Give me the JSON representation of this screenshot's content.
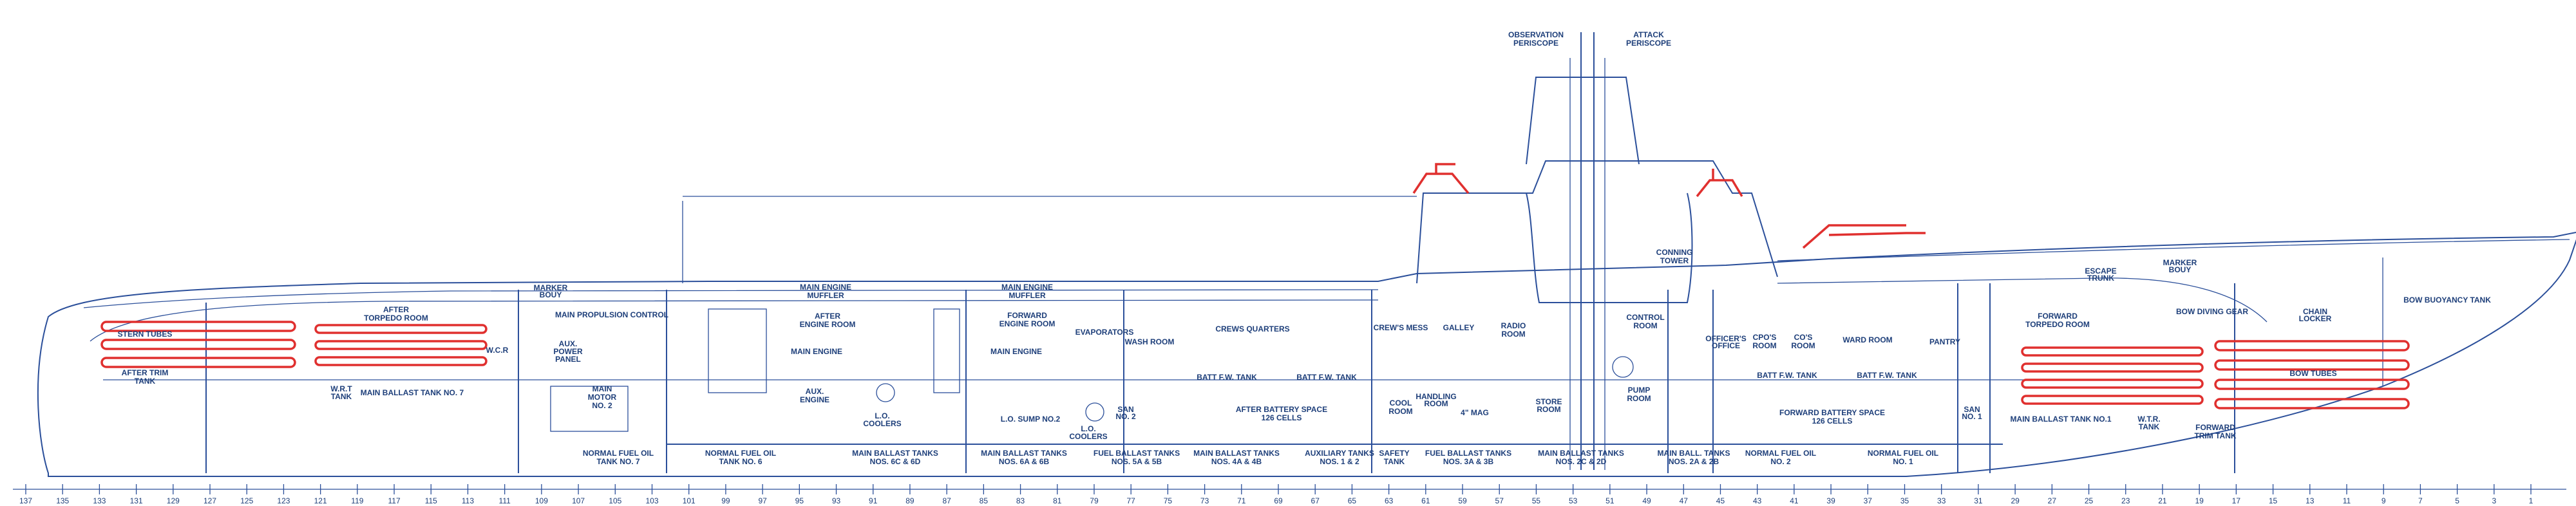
{
  "colors": {
    "line": "#2b4f9a",
    "text": "#1e3f7a",
    "accent": "#e0302f",
    "background": "#ffffff"
  },
  "periscopes": {
    "observation": [
      "OBSERVATION",
      "PERISCOPE"
    ],
    "attack": [
      "ATTACK",
      "PERISCOPE"
    ]
  },
  "upper_labels": {
    "marker_bouy_aft": [
      "MARKER",
      "BOUY"
    ],
    "marker_bouy_fwd": [
      "MARKER",
      "BOUY"
    ],
    "stern_tubes": "STERN TUBES",
    "after_trim_tank": [
      "AFTER TRIM",
      "TANK"
    ],
    "after_torpedo_room": [
      "AFTER",
      "TORPEDO ROOM"
    ],
    "wcr": "W.C.R",
    "main_propulsion_control": "MAIN PROPULSION CONTROL",
    "aux_power_panel": [
      "AUX.",
      "POWER",
      "PANEL"
    ],
    "main_engine_muffler_aft": [
      "MAIN ENGINE",
      "MUFFLER"
    ],
    "after_engine_room": [
      "AFTER",
      "ENGINE ROOM"
    ],
    "main_engine_aft": "MAIN ENGINE",
    "main_engine_muffler_fwd": [
      "MAIN ENGINE",
      "MUFFLER"
    ],
    "forward_engine_room": [
      "FORWARD",
      "ENGINE ROOM"
    ],
    "main_engine_fwd": "MAIN ENGINE",
    "evaporators": "EVAPORATORS",
    "wash_room": "WASH ROOM",
    "crews_quarters": "CREWS QUARTERS",
    "crews_mess": "CREW'S MESS",
    "galley": "GALLEY",
    "radio_room": [
      "RADIO",
      "ROOM"
    ],
    "conning_tower": [
      "CONNING",
      "TOWER"
    ],
    "control_room": [
      "CONTROL",
      "ROOM"
    ],
    "officers_office": [
      "OFFICER'S",
      "OFFICE"
    ],
    "cpos_room": [
      "CPO'S",
      "ROOM"
    ],
    "cos_room": [
      "CO'S",
      "ROOM"
    ],
    "ward_room": "WARD ROOM",
    "pantry": "PANTRY",
    "forward_torpedo_room": [
      "FORWARD",
      "TORPEDO ROOM"
    ],
    "escape_trunk": [
      "ESCAPE",
      "TRUNK"
    ],
    "bow_diving_gear": "BOW DIVING GEAR",
    "chain_locker": [
      "CHAIN",
      "LOCKER"
    ],
    "bow_buoyancy_tank": "BOW BUOYANCY TANK"
  },
  "lower_labels": {
    "wrt_tank_aft": [
      "W.R.T",
      "TANK"
    ],
    "main_ballast_tank_7": "MAIN BALLAST TANK NO. 7",
    "main_motor_2": [
      "MAIN",
      "MOTOR",
      "NO. 2"
    ],
    "aux_engine": [
      "AUX.",
      "ENGINE"
    ],
    "lo_coolers_aft": [
      "L.O.",
      "COOLERS"
    ],
    "lo_sump_2": "L.O. SUMP NO.2",
    "lo_coolers_fwd": [
      "L.O.",
      "COOLERS"
    ],
    "san_2": [
      "SAN",
      "NO. 2"
    ],
    "batt_fw_tank_1": "BATT F.W. TANK",
    "batt_fw_tank_2": "BATT F.W. TANK",
    "after_battery_space": [
      "AFTER  BATTERY SPACE",
      "126 CELLS"
    ],
    "cool_room": [
      "COOL",
      "ROOM"
    ],
    "handling_room": [
      "HANDLING",
      "ROOM"
    ],
    "mag_4": "4\" MAG",
    "store_room": [
      "STORE",
      "ROOM"
    ],
    "pump_room": [
      "PUMP",
      "ROOM"
    ],
    "batt_fw_tank_3": "BATT F.W. TANK",
    "batt_fw_tank_4": "BATT F.W. TANK",
    "forward_battery_space": [
      "FORWARD  BATTERY SPACE",
      "126 CELLS"
    ],
    "san_1": [
      "SAN",
      "NO. 1"
    ],
    "main_ballast_tank_1": "MAIN BALLAST TANK NO.1",
    "wtr_tank_fwd": [
      "W.T.R.",
      "TANK"
    ],
    "forward_trim_tank": [
      "FORWARD",
      "TRIM TANK"
    ],
    "bow_tubes": "BOW TUBES"
  },
  "bottom_tanks": [
    [
      "NORMAL FUEL OIL",
      "TANK NO. 7"
    ],
    [
      "NORMAL FUEL OIL",
      "TANK NO. 6"
    ],
    [
      "MAIN BALLAST TANKS",
      "NOS. 6C & 6D"
    ],
    [
      "MAIN BALLAST TANKS",
      "NOS. 6A & 6B"
    ],
    [
      "FUEL BALLAST TANKS",
      "NOS. 5A & 5B"
    ],
    [
      "MAIN BALLAST TANKS",
      "NOS. 4A & 4B"
    ],
    [
      "AUXILIARY TANKS",
      "NOS. 1 & 2"
    ],
    [
      "SAFETY",
      "TANK"
    ],
    [
      "FUEL BALLAST TANKS",
      "NOS. 3A & 3B"
    ],
    [
      "MAIN BALLAST TANKS",
      "NOS. 2C & 2D"
    ],
    [
      "MAIN BALL. TANKS",
      "NOS. 2A & 2B"
    ],
    [
      "NORMAL FUEL OIL",
      "NO. 2"
    ],
    [
      "NORMAL FUEL OIL",
      "NO. 1"
    ]
  ],
  "frame_scale": [
    "137",
    "135",
    "133",
    "131",
    "129",
    "127",
    "125",
    "123",
    "121",
    "119",
    "117",
    "115",
    "113",
    "111",
    "109",
    "107",
    "105",
    "103",
    "101",
    "99",
    "97",
    "95",
    "93",
    "91",
    "89",
    "87",
    "85",
    "83",
    "81",
    "79",
    "77",
    "75",
    "73",
    "71",
    "69",
    "67",
    "65",
    "63",
    "61",
    "59",
    "57",
    "55",
    "53",
    "51",
    "49",
    "47",
    "45",
    "43",
    "41",
    "39",
    "37",
    "35",
    "33",
    "31",
    "29",
    "27",
    "25",
    "23",
    "21",
    "19",
    "17",
    "15",
    "13",
    "11",
    "9",
    "7",
    "5",
    "3",
    "1"
  ]
}
